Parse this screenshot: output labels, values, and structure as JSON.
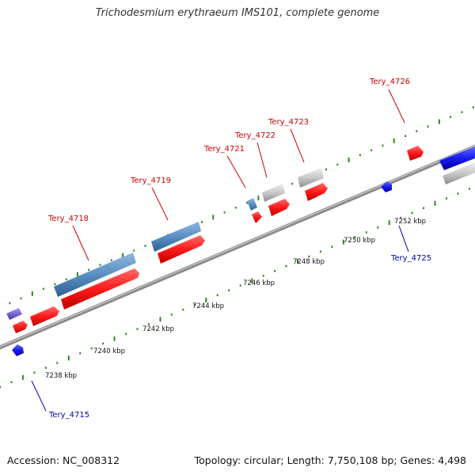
{
  "title": "Trichodesmium erythraeum IMS101, complete genome",
  "footer": {
    "accession": "Accession: NC_008312",
    "stats": "Topology: circular; Length: 7,750,108 bp; Genes: 4,498"
  },
  "colors": {
    "background": "#ffffff",
    "backbone": "#8a8a8a",
    "tick": "#2a8a1a",
    "forward_gene": "#ff1a1a",
    "reverse_gene": "#1a1aee",
    "label_forward": "#cc0000",
    "label_reverse": "#0000aa",
    "cds_steel": "#5b8fc4",
    "rna_gray": "#c8c8c8",
    "cds_purple": "#7a66cc"
  },
  "scale": {
    "unit": "kbp",
    "ticks": [
      {
        "kbp": 7238,
        "label": "7238 kbp"
      },
      {
        "kbp": 7240,
        "label": "7240 kbp"
      },
      {
        "kbp": 7242,
        "label": "7242 kbp"
      },
      {
        "kbp": 7244,
        "label": "7244 kbp"
      },
      {
        "kbp": 7246,
        "label": "7246 kbp"
      },
      {
        "kbp": 7248,
        "label": "7248 kbp"
      },
      {
        "kbp": 7250,
        "label": "7250 kbp"
      },
      {
        "kbp": 7252,
        "label": "7252 kbp"
      }
    ]
  },
  "gene_labels": [
    {
      "name": "Tery_4715",
      "strand": "reverse"
    },
    {
      "name": "Tery_4718",
      "strand": "forward"
    },
    {
      "name": "Tery_4719",
      "strand": "forward"
    },
    {
      "name": "Tery_4721",
      "strand": "forward"
    },
    {
      "name": "Tery_4722",
      "strand": "forward"
    },
    {
      "name": "Tery_4723",
      "strand": "forward"
    },
    {
      "name": "Tery_4725",
      "strand": "reverse"
    },
    {
      "name": "Tery_4726",
      "strand": "forward"
    }
  ]
}
